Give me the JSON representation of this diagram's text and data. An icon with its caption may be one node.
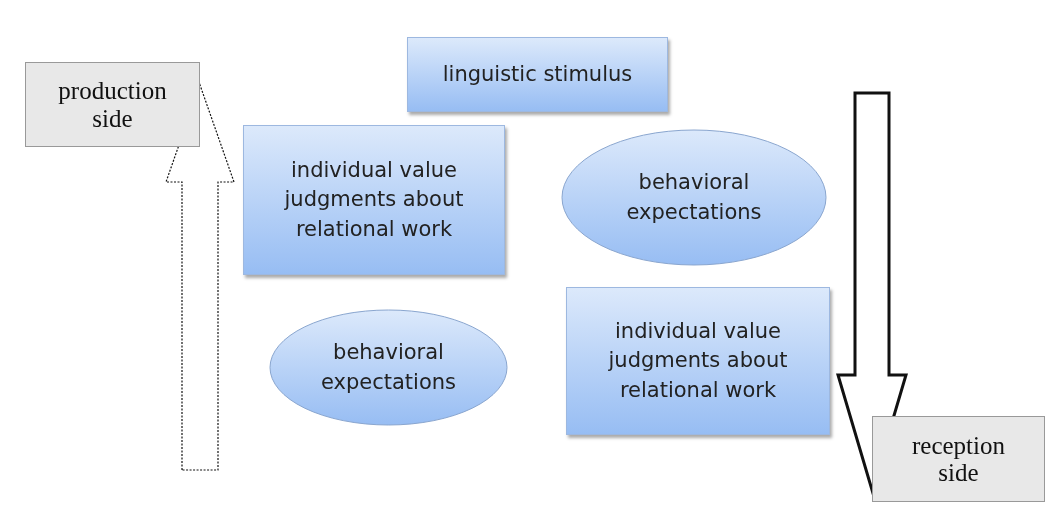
{
  "diagram": {
    "nodes": [
      {
        "text": [
          "production side"
        ]
      },
      {
        "text": [
          "linguistic stimulus"
        ]
      },
      {
        "text": [
          "individual value judgments about relational work"
        ]
      },
      {
        "text": [
          "behavioral expectations"
        ]
      },
      {
        "text": [
          "behavioral expectations"
        ]
      },
      {
        "text": [
          "individual value judgments about relational work"
        ]
      },
      {
        "text": [
          "reception side"
        ]
      }
    ],
    "edges": [
      {
        "from": null,
        "to": 0,
        "arrow": "to",
        "style": "dashed"
      },
      {
        "from": null,
        "to": 6,
        "arrow": "to",
        "style": "thick"
      }
    ]
  }
}
